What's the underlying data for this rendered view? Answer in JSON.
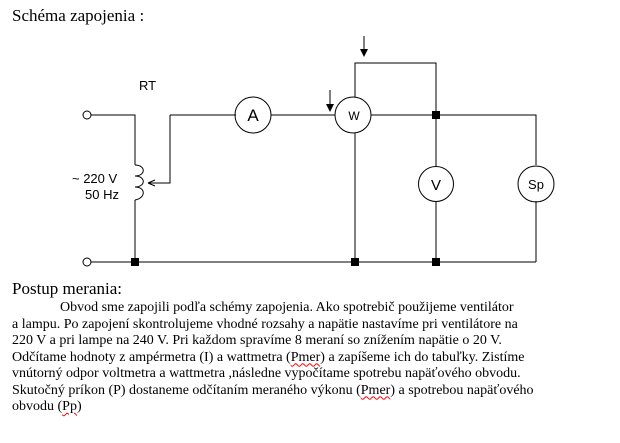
{
  "title": "Schéma zapojenia :",
  "schematic": {
    "transformer_label": "RT",
    "supply_voltage": "~ 220 V",
    "supply_frequency": "50 Hz",
    "ammeter_label": "A",
    "wattmeter_label": "W",
    "voltmeter_label": "V",
    "load_label": "Sp"
  },
  "procedure": {
    "heading": "Postup merania:",
    "lines": [
      [
        {
          "t": "Obvod sme zapojili podľa schémy zapojenia. Ako spotrebič použijeme ventilátor"
        }
      ],
      [
        {
          "t": "a lampu. Po zapojení skontrolujeme vhodné rozsahy a napätie nastavíme pri ventilátore na"
        }
      ],
      [
        {
          "t": "220 V a pri lampe na 240 V. Pri každom spravíme 8 meraní so znížením napätie o 20 V."
        }
      ],
      [
        {
          "t": "Odčítame hodnoty z ampérmetra (I) a wattmetra ("
        },
        {
          "t": "Pmer",
          "spell": true
        },
        {
          "t": ") a zapíšeme ich do tabuľky. Zistíme"
        }
      ],
      [
        {
          "t": "vnútorný odpor voltmetra a wattmetra ,následne vypočítame spotrebu napäťového obvodu."
        }
      ],
      [
        {
          "t": "Skutočný príkon (P) dostaneme odčítaním meraného výkonu ("
        },
        {
          "t": "Pmer",
          "spell": true
        },
        {
          "t": ") a spotrebou napäťového"
        }
      ],
      [
        {
          "t": "obvodu ("
        },
        {
          "t": "Pp",
          "spell": true
        },
        {
          "t": ")"
        }
      ]
    ]
  }
}
